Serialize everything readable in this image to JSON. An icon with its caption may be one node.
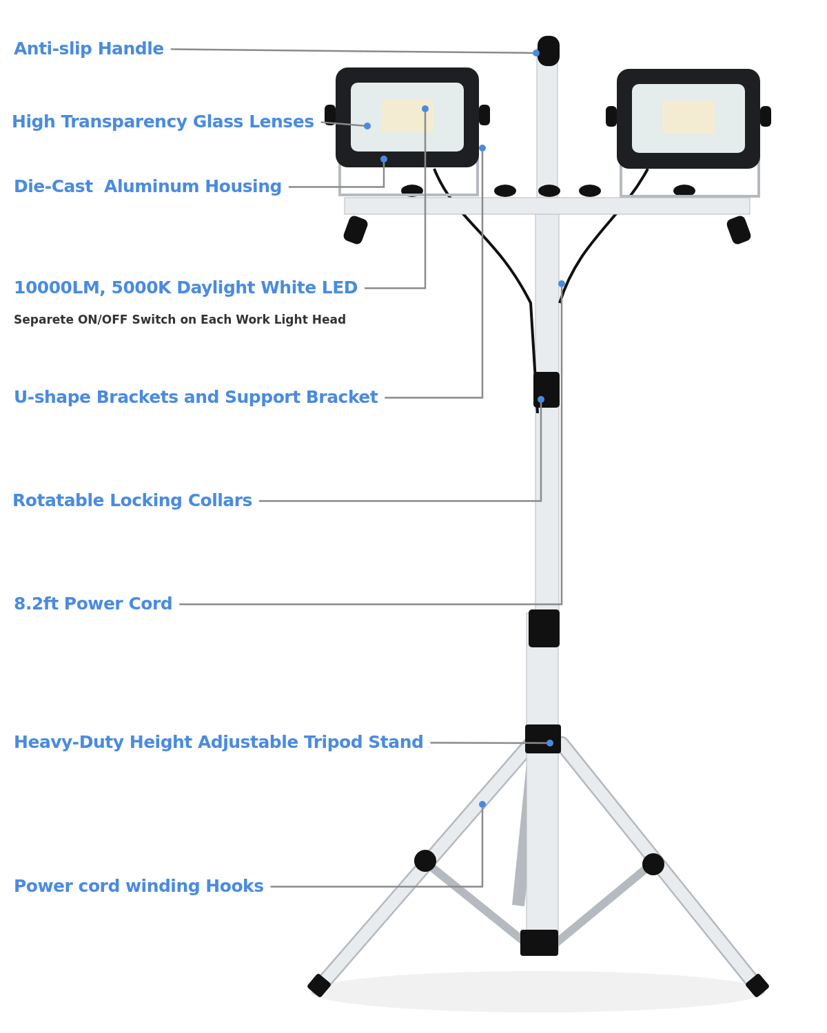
{
  "diagram": {
    "nodes": [
      {
        "text": [
          "Anti-slip Handle"
        ]
      },
      {
        "text": [
          "High Transparency Glass Lenses"
        ]
      },
      {
        "text": [
          "Die-Cast  Aluminum Housing"
        ]
      },
      {
        "text": [
          "10000LM, 5000K Daylight White LED"
        ]
      },
      {
        "text": [
          "U-shape Brackets and Support Bracket"
        ]
      },
      {
        "text": [
          "Rotatable Locking Collars"
        ]
      },
      {
        "text": [
          "8.2ft Power Cord"
        ]
      },
      {
        "text": [
          "Heavy-Duty Height Adjustable Tripod Stand"
        ]
      },
      {
        "text": [
          "Power cord winding Hooks"
        ]
      }
    ],
    "edges": [
      {
        "from": 0,
        "to": null,
        "arrow": "other"
      },
      {
        "from": 1,
        "to": null,
        "arrow": "other"
      },
      {
        "from": 2,
        "to": null,
        "arrow": "other"
      },
      {
        "from": 3,
        "to": null,
        "arrow": "other"
      },
      {
        "from": 4,
        "to": null,
        "arrow": "other"
      },
      {
        "from": 5,
        "to": null,
        "arrow": "other"
      },
      {
        "from": 6,
        "to": null,
        "arrow": "other"
      },
      {
        "from": 7,
        "to": null,
        "arrow": "other"
      },
      {
        "from": 8,
        "to": null,
        "arrow": "other"
      }
    ],
    "labels": [
      "Separete ON/OFF Switch on Each Work Light Head"
    ]
  }
}
